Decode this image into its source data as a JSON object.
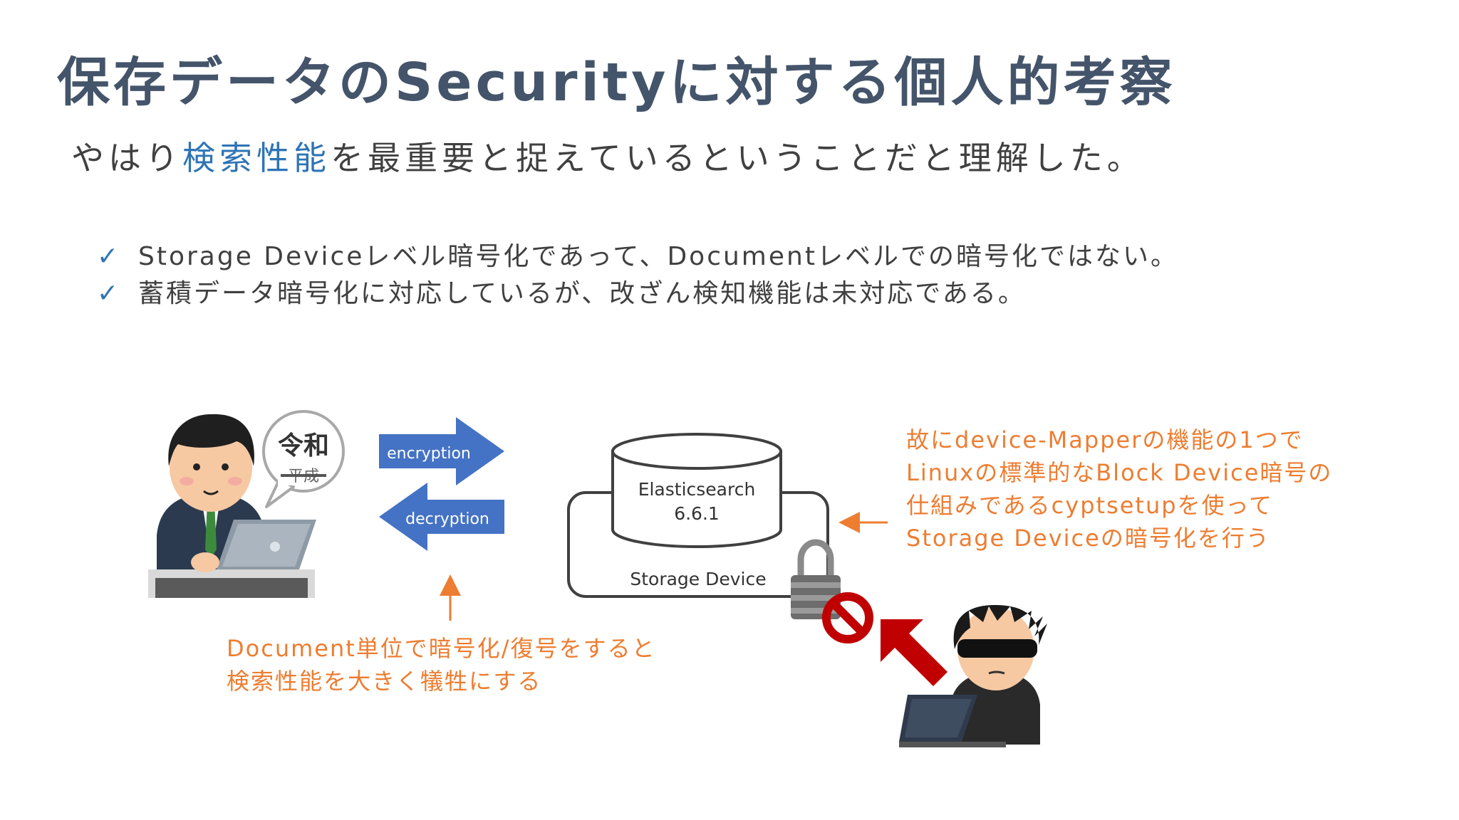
{
  "title": "保存データのSecurityに対する個人的考察",
  "subtitle": {
    "prefix": "やはり",
    "highlight": "検索性能",
    "suffix": "を最重要と捉えているということだと理解した。"
  },
  "bullets": [
    {
      "check": "✓",
      "text": "Storage Deviceレベル暗号化であって、Documentレベルでの暗号化ではない。"
    },
    {
      "check": "✓",
      "text": "蓄積データ暗号化に対応しているが、改ざん検知機能は未対応である。"
    }
  ],
  "diagram": {
    "speech_bubble": {
      "top": "令和",
      "struck": "平成"
    },
    "encryption_arrow_label": "encryption",
    "decryption_arrow_label": "decryption",
    "database_label_line1": "Elasticsearch",
    "database_label_line2": "6.6.1",
    "storage_label": "Storage Device",
    "note_right": [
      "故にdevice-Mapperの機能の1つで",
      "Linuxの標準的なBlock Device暗号の",
      "仕組みであるcyptsetupを使って",
      "Storage Deviceの暗号化を行う"
    ],
    "note_bottom": [
      "Document単位で暗号化/復号をすると",
      "検索性能を大きく犠牲にする"
    ]
  },
  "colors": {
    "title": "#44546a",
    "highlight": "#2e74b5",
    "arrow_fill": "#4472c4",
    "note": "#ed7d31",
    "forbidden": "#c00000"
  }
}
